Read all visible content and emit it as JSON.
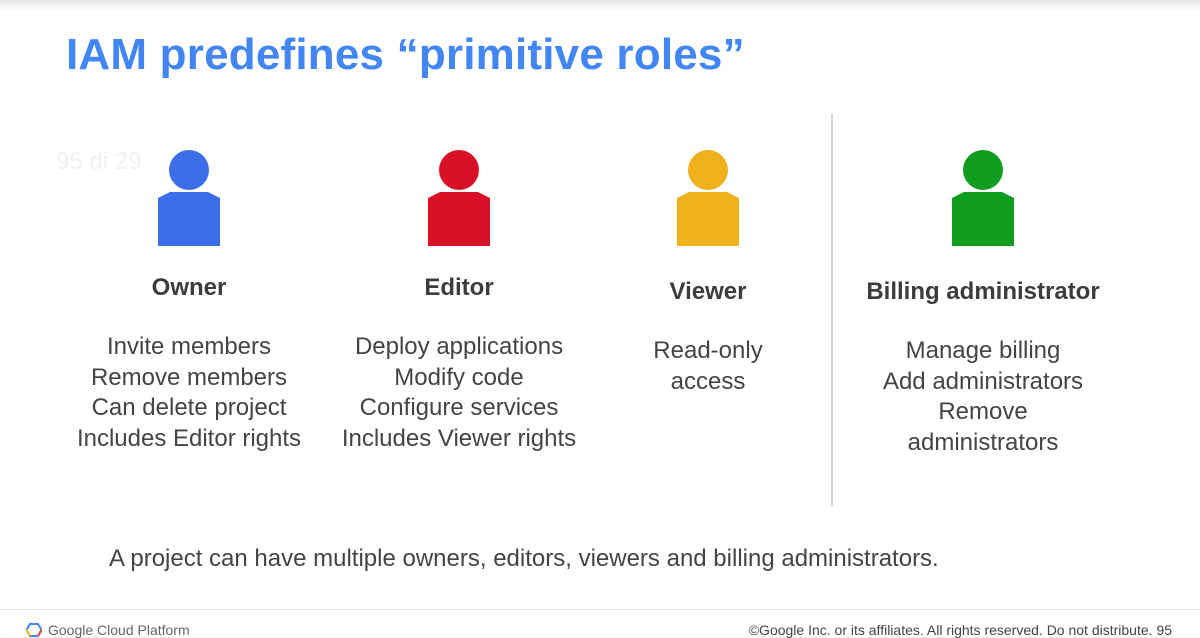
{
  "slide": {
    "title": "IAM predefines “primitive roles”",
    "page_indicator": "95 di 29",
    "note": "A project can have multiple owners, editors, viewers and billing administrators.",
    "footer": {
      "brand": "Google Cloud Platform",
      "copyright": "©Google Inc. or its affiliates. All rights reserved. Do not distribute. 95"
    }
  },
  "roles": [
    {
      "name": "Owner",
      "icon": "person-icon",
      "color": "#3b6ee8",
      "lines": [
        "Invite members",
        "Remove members",
        "Can delete project",
        "Includes Editor rights"
      ]
    },
    {
      "name": "Editor",
      "icon": "person-icon",
      "color": "#d81126",
      "lines": [
        "Deploy applications",
        "Modify code",
        "Configure services",
        "Includes Viewer rights"
      ]
    },
    {
      "name": "Viewer",
      "icon": "person-icon",
      "color": "#f0b21c",
      "lines": [
        "Read-only",
        "access"
      ]
    },
    {
      "name": "Billing administrator",
      "icon": "person-icon",
      "color": "#0f9d1f",
      "lines": [
        "Manage billing",
        "Add administrators",
        "Remove",
        "administrators"
      ]
    }
  ],
  "colors": {
    "title": "#4285f4",
    "text": "#444444"
  }
}
